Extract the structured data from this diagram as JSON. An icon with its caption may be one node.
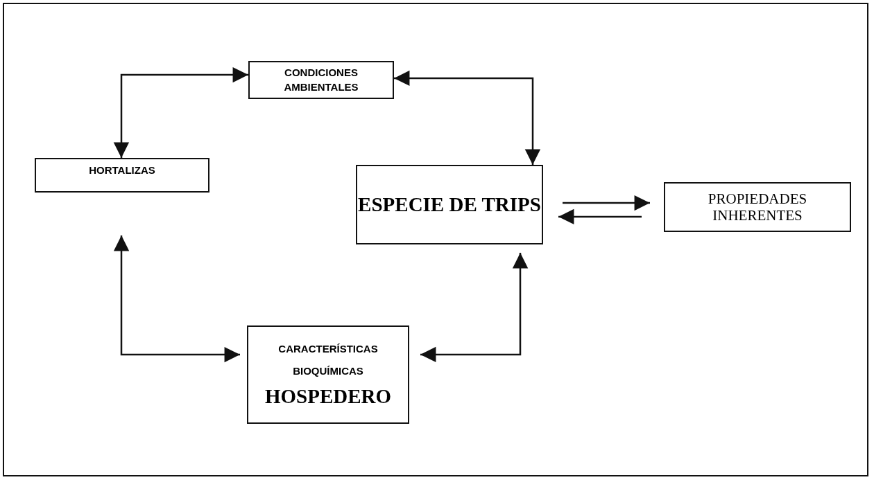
{
  "diagram": {
    "nodes": [
      {
        "text": [
          "CONDICIONES AMBIENTALES"
        ]
      },
      {
        "text": [
          "HORTALIZAS"
        ]
      },
      {
        "text": [
          "ESPECIE DE TRIPS"
        ]
      },
      {
        "text": [
          "PROPIEDADES INHERENTES"
        ]
      },
      {
        "text": [
          "CARACTERÍSTICAS BIOQUÍMICAS",
          "HOSPEDERO"
        ]
      }
    ],
    "edges": [
      {
        "from": 1,
        "to": 0,
        "arrow": "both"
      },
      {
        "from": 0,
        "to": 2,
        "arrow": "both"
      },
      {
        "from": 2,
        "to": 3,
        "arrow": "to"
      },
      {
        "from": 3,
        "to": 2,
        "arrow": "to"
      },
      {
        "from": 1,
        "to": 4,
        "arrow": "both"
      },
      {
        "from": 2,
        "to": 4,
        "arrow": "both"
      }
    ]
  }
}
